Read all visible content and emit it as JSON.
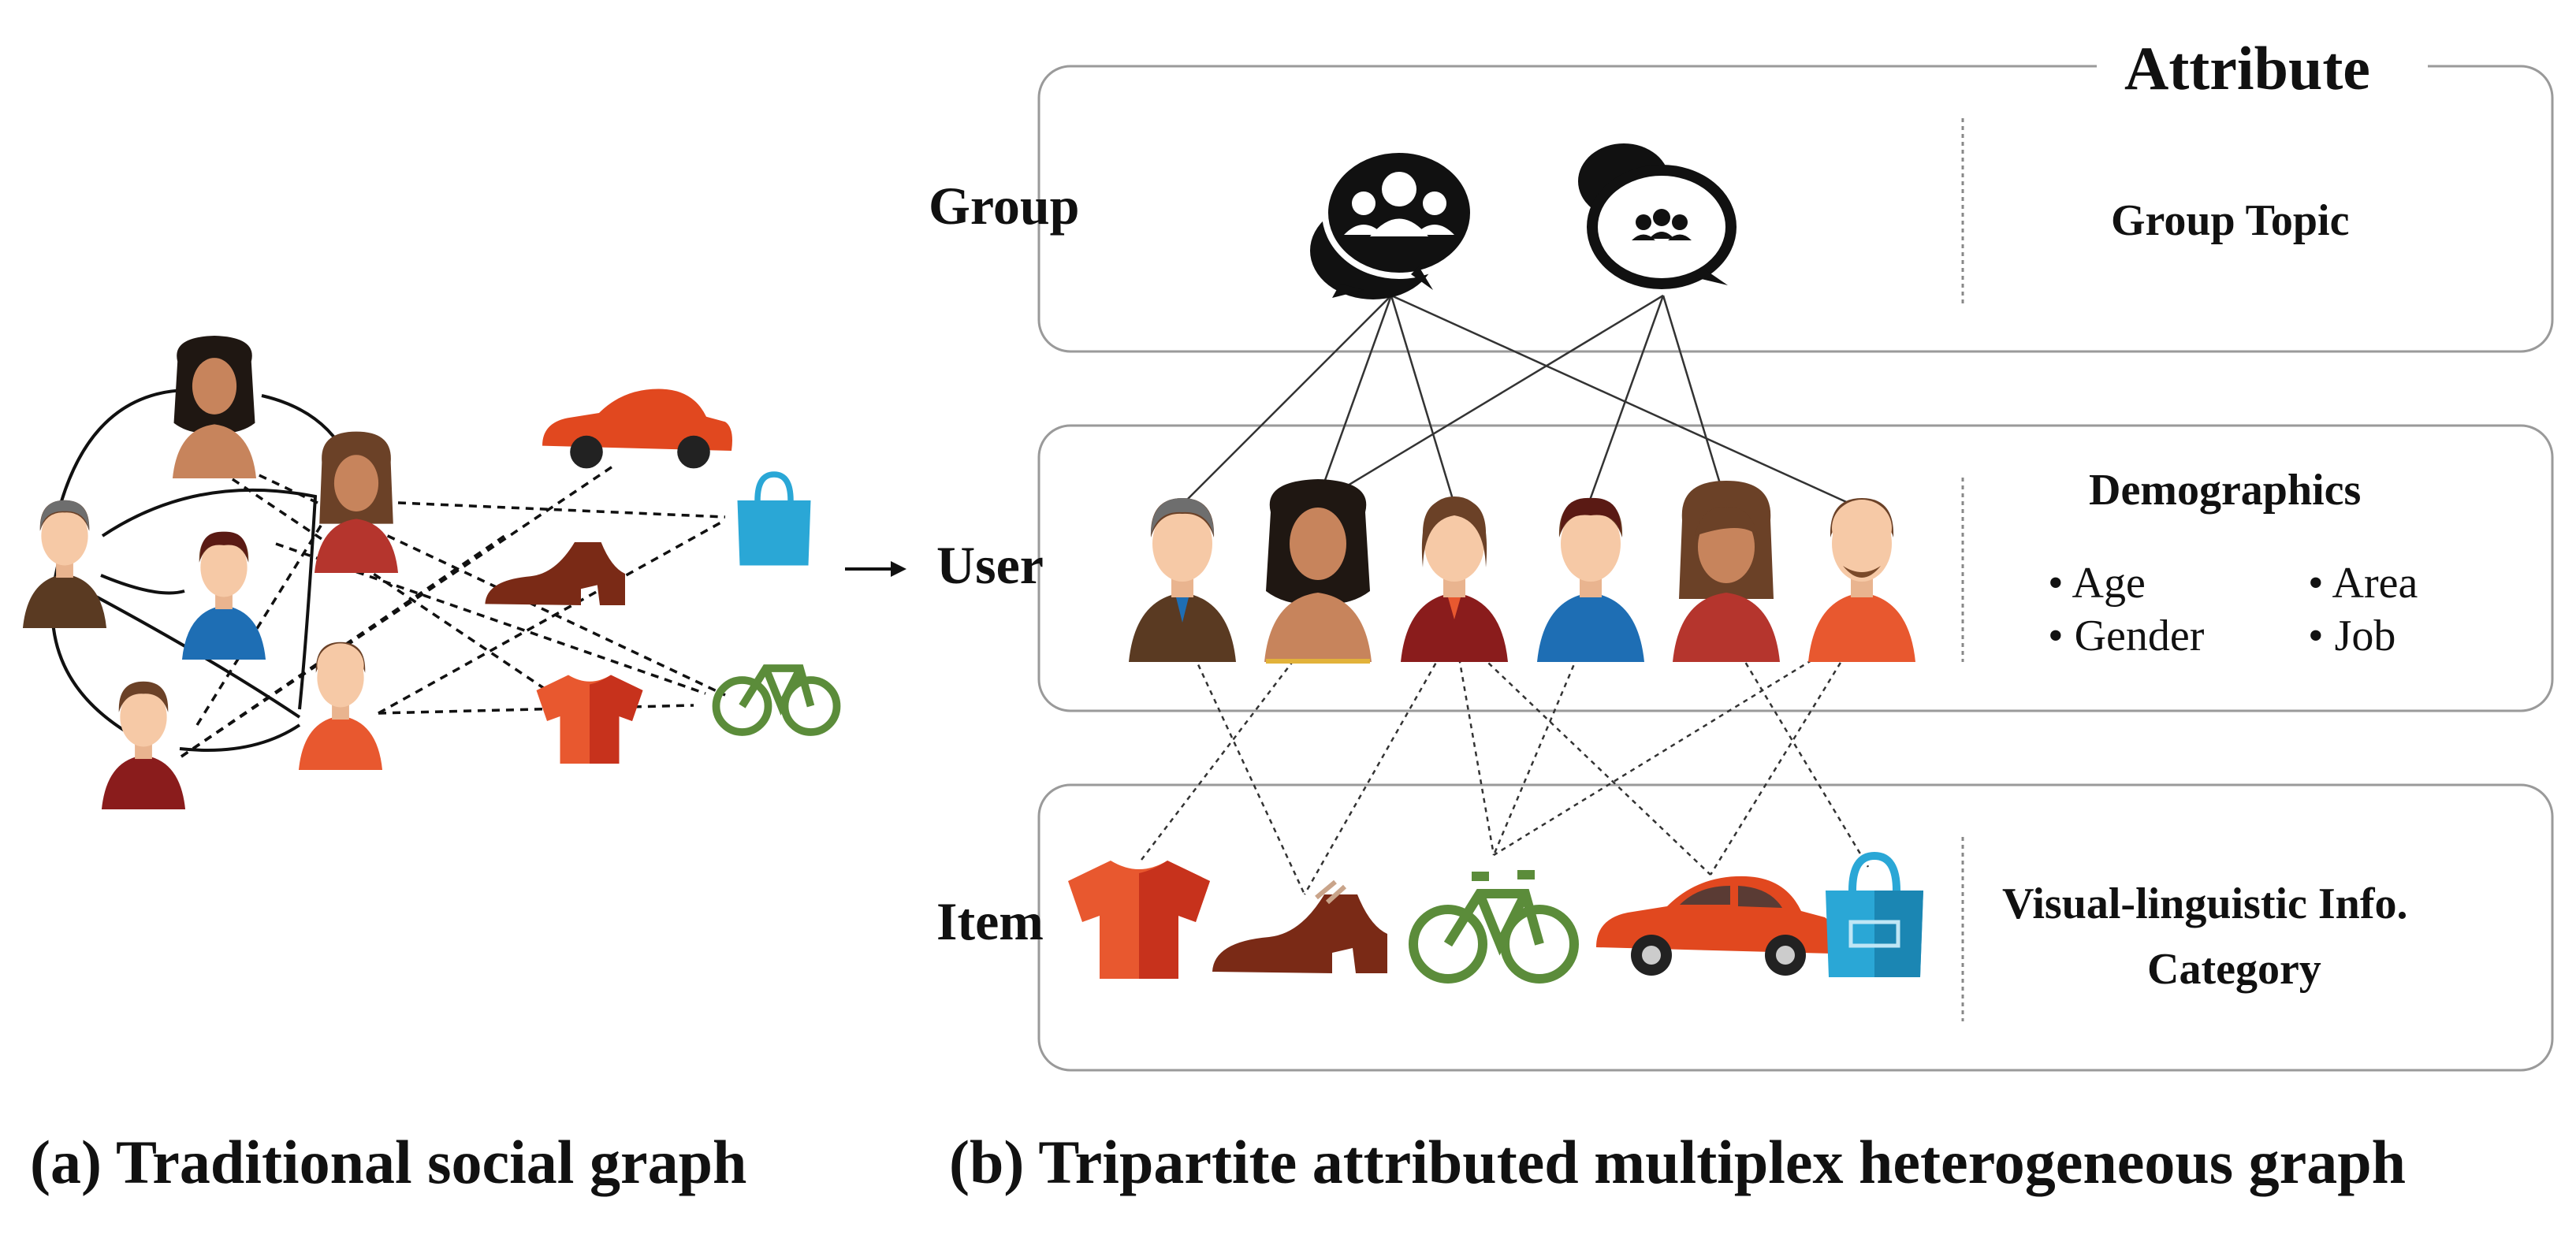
{
  "attribute_title": "Attribute",
  "layers": {
    "group": {
      "label": "Group",
      "attribute": "Group Topic"
    },
    "user": {
      "label": "User",
      "attribute": "Demographics",
      "attr_items": [
        "Age",
        "Area",
        "Gender",
        "Job"
      ]
    },
    "item": {
      "label": "Item",
      "attribute_line1": "Visual-linguistic Info.",
      "attribute_line2": "Category"
    }
  },
  "captions": {
    "a": "(a) Traditional social graph",
    "b": "(b) Tripartite attributed multiplex heterogeneous graph"
  },
  "colors": {
    "skin_light": "#f6c9a6",
    "skin_dark": "#c7845c",
    "hair_dark": "#1f1712",
    "hair_brown": "#6b4127",
    "shirt_blue": "#1e6eb4",
    "shirt_red": "#b5352d",
    "shirt_orange": "#e8582f",
    "car": "#e1481f",
    "bag": "#2aa7d6",
    "bike": "#5b8c3a",
    "shoe": "#7a2a16",
    "tshirt": "#e24d22"
  }
}
